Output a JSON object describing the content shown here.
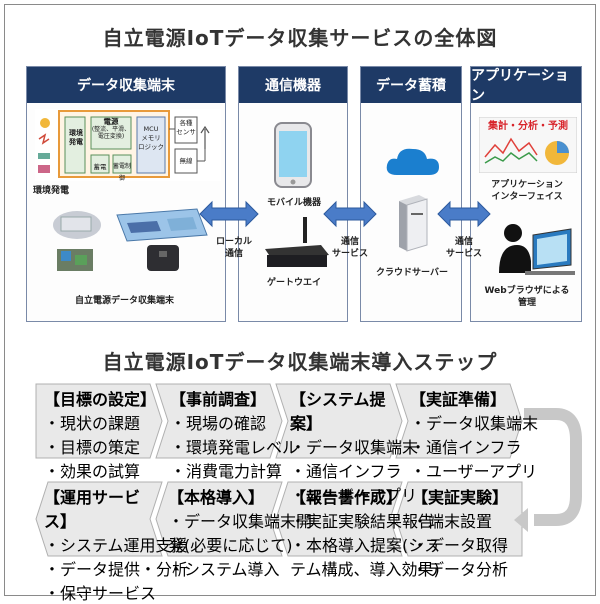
{
  "title_main": "自立電源IoTデータ収集サービスの全体図",
  "title_steps": "自立電源IoTデータ収集端末導入ステップ",
  "sections": {
    "terminal": "データ収集端末",
    "comm": "通信機器",
    "storage": "データ蓄積",
    "app": "アプリケーション"
  },
  "block": {
    "env_gen": "環境\n発電",
    "power": "電源",
    "power_sub": "(整流、平滑、\n電圧変換)",
    "mcu": "MCU\nメモリ\nロジック",
    "sensors": "各種\nセンサ",
    "storage": "蓄電",
    "charge": "蓄電制御",
    "wireless": "無線",
    "env_label": "環境発電",
    "terminal_label": "自立電源データ収集端末"
  },
  "comm": {
    "mobile": "モバイル機器",
    "gateway": "ゲートウエイ",
    "local": "ローカル\n通信",
    "service1": "通信\nサービス"
  },
  "storage": {
    "server": "クラウドサーバー",
    "service2": "通信\nサービス"
  },
  "app": {
    "screen_text": "集計・分析・予測",
    "interface": "アプリケーション\nインターフェイス",
    "browser": "Webブラウザによる\n管理"
  },
  "steps": [
    {
      "title": "【目標の設定】",
      "items": [
        "・現状の課題",
        "・目標の策定",
        "・効果の試算"
      ]
    },
    {
      "title": "【事前調査】",
      "items": [
        "・現場の確認",
        "・環境発電レベル",
        "・消費電力計算"
      ]
    },
    {
      "title": "【システム提案】",
      "items": [
        "・データ収集端末",
        "・通信インフラ",
        "・ユーザーアプリ"
      ]
    },
    {
      "title": "【実証準備】",
      "items": [
        "・データ収集端末",
        "・通信インフラ",
        "・ユーザーアプリ"
      ]
    },
    {
      "title": "【実証実験】",
      "items": [
        "・端末設置",
        "・データ取得",
        "・データ分析"
      ]
    },
    {
      "title": "【報告書作成】",
      "items": [
        "・実証実験結果報告",
        "・本格導入提案(シス",
        "テム構成、導入効果)"
      ]
    },
    {
      "title": "【本格導入】",
      "items": [
        "・データ収集端末開",
        "発(必要に応じて)",
        "・システム導入"
      ]
    },
    {
      "title": "【運用サービス】",
      "items": [
        "・システム運用支援",
        "・データ提供・分析",
        "・保守サービス"
      ]
    }
  ],
  "colors": {
    "header": "#1e3a66",
    "arrow": "#4a7cc8",
    "step_bg": "#e9e9e9"
  }
}
